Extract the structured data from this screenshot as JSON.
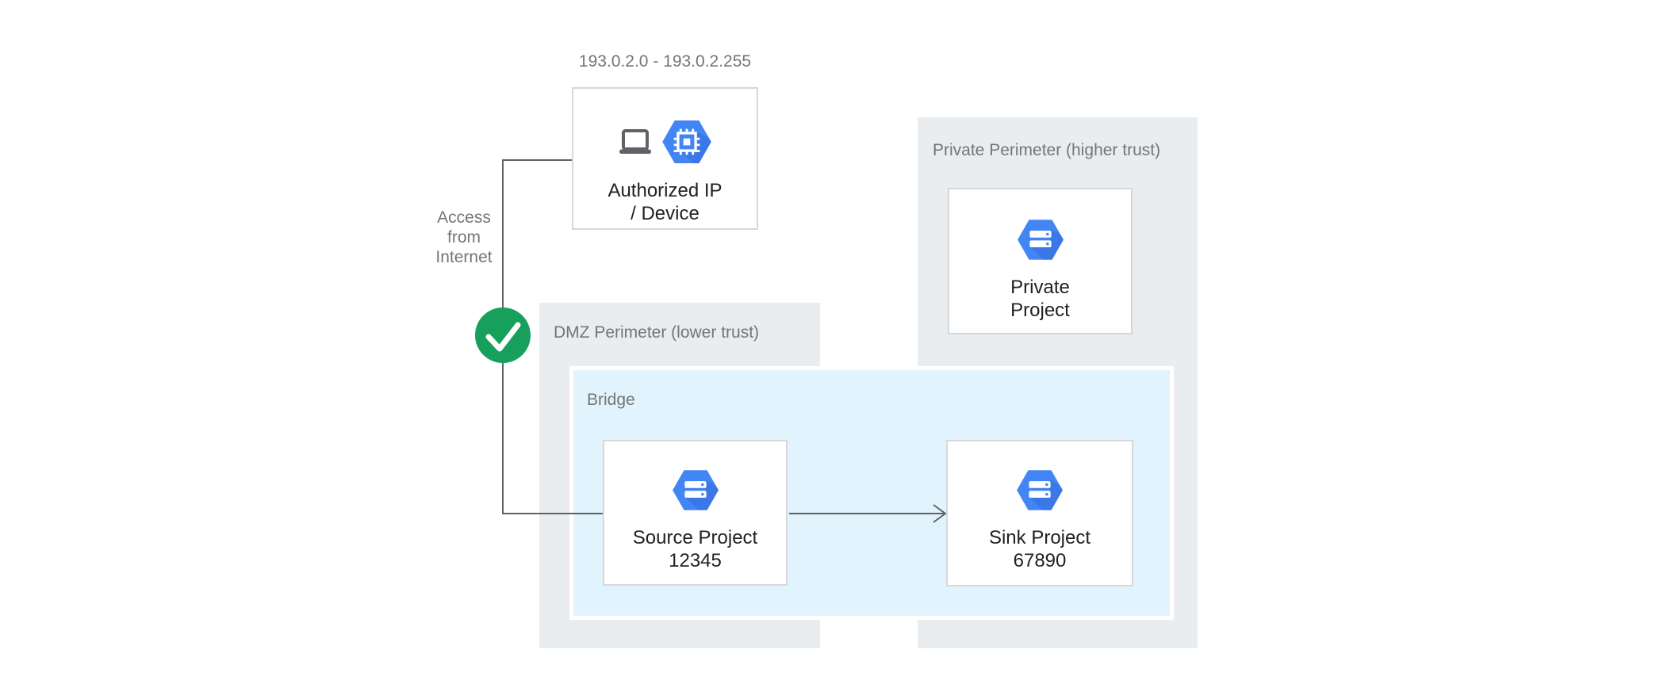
{
  "colors": {
    "perimeter-gray": "#E9EDEF",
    "bridge-blue": "#E1F4FD",
    "accent-blue": "#4285F4",
    "accent-blue-dark": "#3367D6",
    "green": "#16A05C",
    "line-gray": "#616161",
    "label-gray": "#757575",
    "text-dark": "#212121",
    "box-border": "#D5D8DA",
    "icon-gray": "#5F6368"
  },
  "diagram": {
    "ip_range": "193.0.2.0 - 193.0.2.255",
    "access_label": {
      "line1": "Access",
      "line2": "from",
      "line3": "Internet"
    },
    "perimeters": {
      "dmz_label": "DMZ Perimeter (lower trust)",
      "bridge_label": "Bridge",
      "private_label": "Private Perimeter (higher trust)"
    },
    "nodes": {
      "authorized": {
        "line1": "Authorized IP",
        "line2": "/ Device"
      },
      "private_project": {
        "line1": "Private",
        "line2": "Project"
      },
      "source_project": {
        "line1": "Source Project",
        "line2": "12345"
      },
      "sink_project": {
        "line1": "Sink Project",
        "line2": "67890"
      }
    },
    "icons": {
      "laptop": "laptop-icon",
      "compute_engine": "compute-engine-hexagon-icon",
      "project": "project-hexagon-icon",
      "check": "check-circle-icon"
    }
  }
}
